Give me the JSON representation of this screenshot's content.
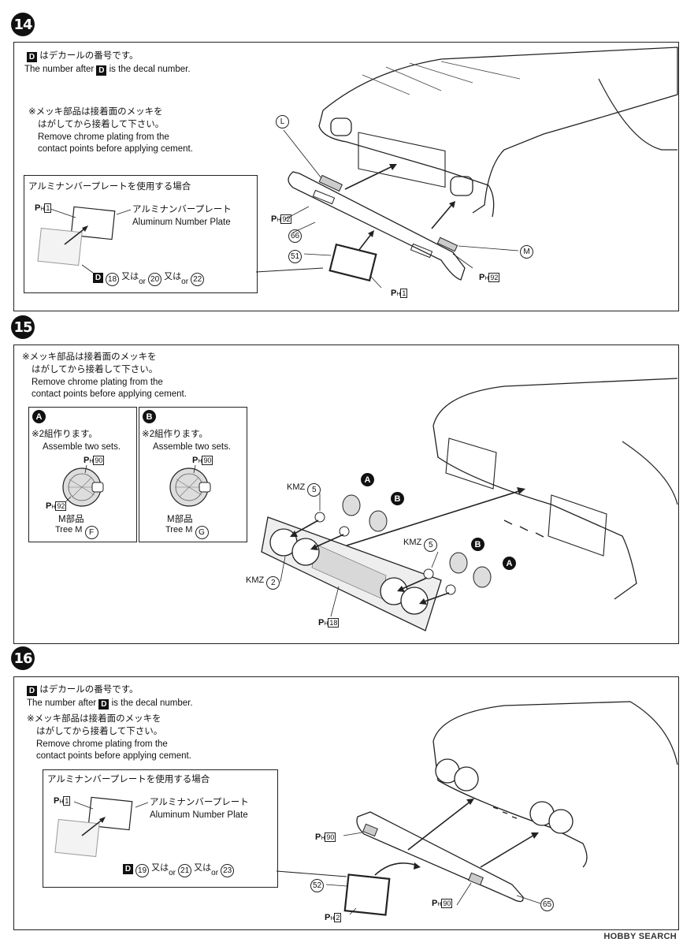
{
  "steps": {
    "s14": {
      "num": "14",
      "decal_jp": "はデカールの番号です。",
      "decal_en_pre": "The number after",
      "decal_en_post": "is the decal number.",
      "chrome_jp_1": "※メッキ部品は接着面のメッキを",
      "chrome_jp_2": "はがしてから接着して下さい。",
      "chrome_en_1": "Remove chrome plating from the",
      "chrome_en_2": "contact points before applying cement.",
      "plate_title": "アルミナンバープレートを使用する場合",
      "plate_jp": "アルミナンバープレート",
      "plate_en": "Aluminum Number Plate",
      "ph_1": "1",
      "decal_18": "18",
      "decal_20": "20",
      "decal_22": "22",
      "mata": "又は",
      "or": "or",
      "part_L": "L",
      "part_M": "M",
      "part_66": "66",
      "part_51": "51",
      "ph_92a": "92",
      "ph_92b": "92",
      "ph_1b": "1"
    },
    "s15": {
      "num": "15",
      "chrome_jp_1": "※メッキ部品は接着面のメッキを",
      "chrome_jp_2": "はがしてから接着して下さい。",
      "chrome_en_1": "Remove chrome plating from the",
      "chrome_en_2": "contact points before applying cement.",
      "boxA": {
        "letter": "A",
        "jp": "※2組作ります。",
        "en": "Assemble two sets.",
        "ph_top": "90",
        "ph_bot": "92",
        "tree_jp": "M部品",
        "tree_en": "Tree M",
        "tree_letter": "F"
      },
      "boxB": {
        "letter": "B",
        "jp": "※2組作ります。",
        "en": "Assemble two sets.",
        "ph_top": "90",
        "tree_jp": "M部品",
        "tree_en": "Tree M",
        "tree_letter": "G"
      },
      "kmz5_a": "KMZ",
      "kmz5_a_num": "5",
      "kmz5_b": "KMZ",
      "kmz5_b_num": "5",
      "kmz2": "KMZ",
      "kmz2_num": "2",
      "ph_18": "18",
      "mark_A1": "A",
      "mark_B1": "B",
      "mark_B2": "B",
      "mark_A2": "A"
    },
    "s16": {
      "num": "16",
      "decal_jp": "はデカールの番号です。",
      "decal_en_pre": "The number after",
      "decal_en_post": "is the decal number.",
      "chrome_jp_1": "※メッキ部品は接着面のメッキを",
      "chrome_jp_2": "はがしてから接着して下さい。",
      "chrome_en_1": "Remove chrome plating from the",
      "chrome_en_2": "contact points before applying cement.",
      "plate_title": "アルミナンバープレートを使用する場合",
      "plate_jp": "アルミナンバープレート",
      "plate_en": "Aluminum Number Plate",
      "ph_1": "1",
      "decal_19": "19",
      "decal_21": "21",
      "decal_23": "23",
      "mata": "又は",
      "or": "or",
      "part_52": "52",
      "part_65": "65",
      "ph_2": "2",
      "ph_90a": "90",
      "ph_90b": "90"
    }
  },
  "common": {
    "D": "D",
    "P": "P",
    "H": "H"
  },
  "watermark": "HOBBY SEARCH"
}
